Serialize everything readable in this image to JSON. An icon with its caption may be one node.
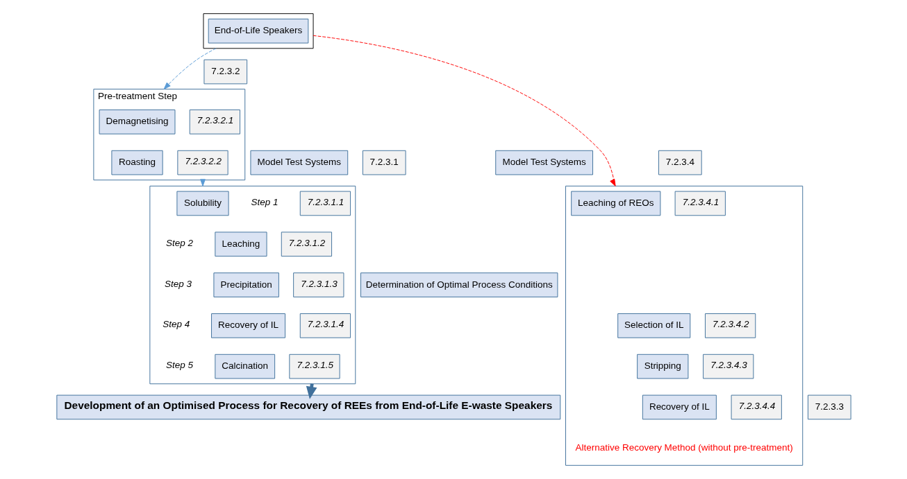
{
  "diagram": {
    "nodes": [
      {
        "text": [],
        "shape": "box"
      },
      {
        "text": [
          "End-of-Life Speakers"
        ],
        "in": 0
      },
      {
        "text": [
          "Pre-treatment Step"
        ]
      },
      {
        "text": [
          "7.2.3.2"
        ]
      },
      {
        "text": [
          "Demagnetising"
        ],
        "in": 2
      },
      {
        "text": [
          "7.2.3.2.1"
        ],
        "in": 2
      },
      {
        "text": [
          "Roasting"
        ],
        "in": 2
      },
      {
        "text": [
          "7.2.3.2.2"
        ],
        "in": 2
      },
      {
        "text": [
          "Model Test Systems"
        ]
      },
      {
        "text": [
          "7.2.3.1"
        ]
      },
      {
        "text": [],
        "shape": "box"
      },
      {
        "text": [
          "Solubility"
        ],
        "in": 10
      },
      {
        "text": [
          "7.2.3.1.1"
        ],
        "in": 10
      },
      {
        "text": [
          "Leaching"
        ],
        "in": 10
      },
      {
        "text": [
          "7.2.3.1.2"
        ],
        "in": 10
      },
      {
        "text": [
          "Precipitation"
        ],
        "in": 10
      },
      {
        "text": [
          "7.2.3.1.3"
        ],
        "in": 10
      },
      {
        "text": [
          "Recovery of IL"
        ],
        "in": 10
      },
      {
        "text": [
          "7.2.3.1.4"
        ],
        "in": 10
      },
      {
        "text": [
          "Calcination"
        ],
        "in": 10
      },
      {
        "text": [
          "7.2.3.1.5"
        ],
        "in": 10
      },
      {
        "text": [
          "Determination of Optimal Process Conditions"
        ]
      },
      {
        "text": [
          "Model Test Systems"
        ]
      },
      {
        "text": [
          "7.2.3.4"
        ]
      },
      {
        "text": [],
        "shape": "box"
      },
      {
        "text": [
          "Leaching of REOs"
        ],
        "in": 24
      },
      {
        "text": [
          "7.2.3.4.1"
        ],
        "in": 24
      },
      {
        "text": [
          "Selection of IL"
        ],
        "in": 24
      },
      {
        "text": [
          "7.2.3.4.2"
        ],
        "in": 24
      },
      {
        "text": [
          "Stripping"
        ],
        "in": 24
      },
      {
        "text": [
          "7.2.3.4.3"
        ],
        "in": 24
      },
      {
        "text": [
          "Recovery of IL"
        ],
        "in": 24
      },
      {
        "text": [
          "7.2.3.4.4"
        ],
        "in": 24
      },
      {
        "text": [
          "Development of an Optimised Process for Recovery of REEs from End-of-Life E-waste Speakers"
        ]
      },
      {
        "text": [
          "7.2.3.3"
        ]
      }
    ],
    "edges": [
      {
        "from": 0,
        "to": 2,
        "arrow": "to",
        "style": "dashed",
        "color": "#5b9bd5"
      },
      {
        "from": 2,
        "to": 10,
        "arrow": "to",
        "style": "dashed",
        "color": "#5b9bd5"
      },
      {
        "from": 0,
        "to": 24,
        "arrow": "to",
        "style": "dashed",
        "color": "#ff0000"
      },
      {
        "from": 10,
        "to": 33,
        "arrow": "to",
        "style": "thick",
        "color": "#41719c"
      }
    ],
    "labels": [
      "Step 1",
      "Step 2",
      "Step 3",
      "Step 4",
      "Step 5",
      "Alternative Recovery Method (without pre-treatment)"
    ]
  }
}
